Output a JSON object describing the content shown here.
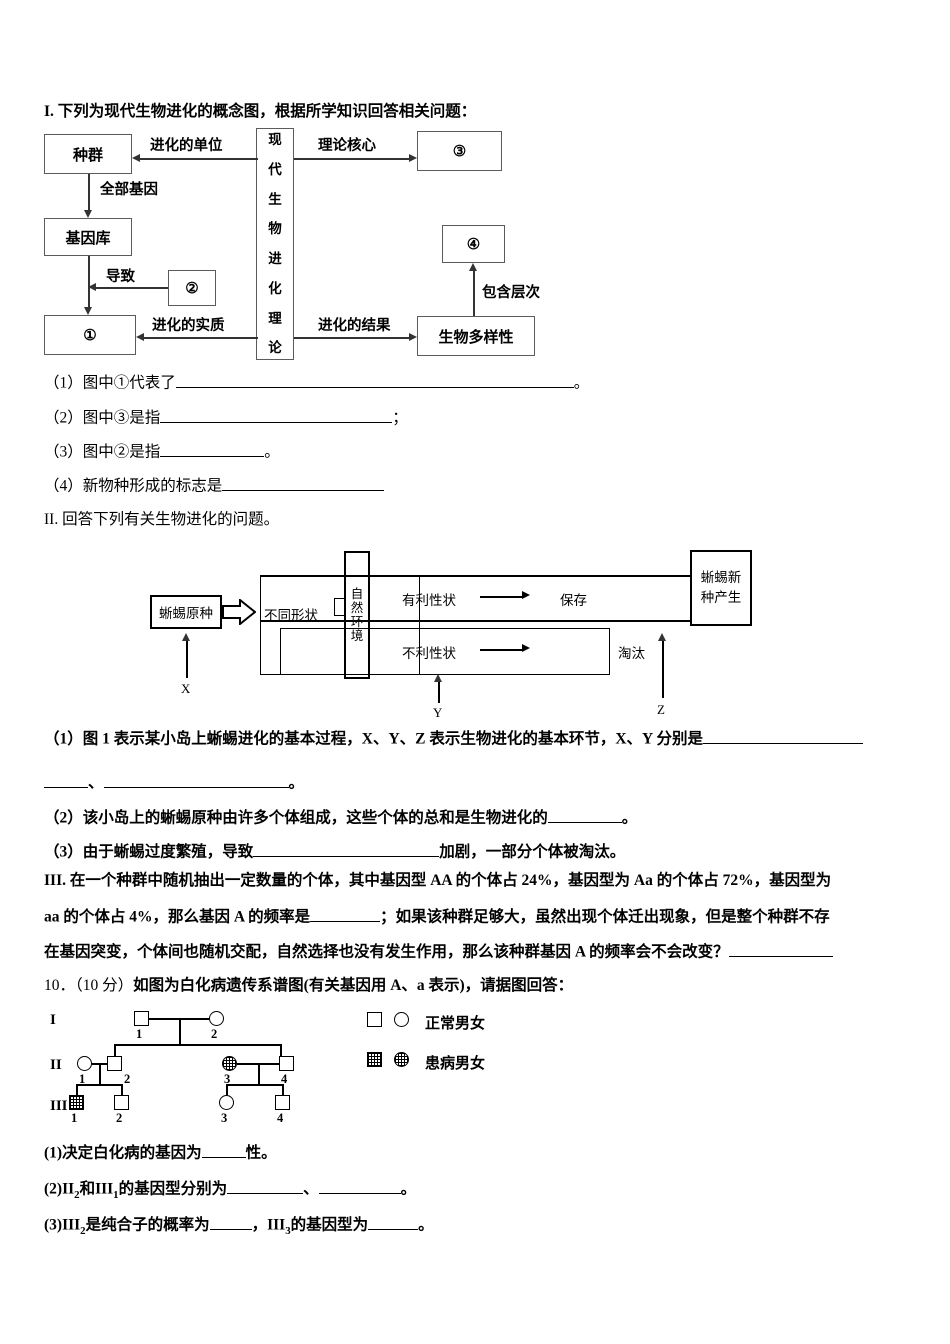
{
  "sections": {
    "I": {
      "heading": "I. 下列为现代生物进化的概念图，根据所学知识回答相关问题：",
      "questions": [
        {
          "prefix": "（1）图中①代表了",
          "suffix": "。"
        },
        {
          "prefix": "（2）图中③是指",
          "suffix": "；"
        },
        {
          "prefix": "（3）图中②是指",
          "suffix": "。"
        },
        {
          "prefix": "（4）新物种形成的标志是",
          "suffix": ""
        }
      ]
    },
    "II": {
      "heading": "II. 回答下列有关生物进化的问题。",
      "q1_line1": "（1）图 1 表示某小岛上蜥蜴进化的基本过程，X、Y、Z 表示生物进化的基本环节，X、Y 分别是",
      "q1_line2_sep": "、",
      "q1_line2_end": "。",
      "q2": "（2）该小岛上的蜥蜴原种由许多个体组成，这些个体的总和是生物进化的",
      "q2_end": "。",
      "q3_a": "（3）由于蜥蜴过度繁殖，导致",
      "q3_b": "加剧，一部分个体被淘汰。"
    },
    "III": {
      "line1": "III. 在一个种群中随机抽出一定数量的个体，其中基因型 AA 的个体占 24%，基因型为 Aa 的个体占 72%，基因型为",
      "line2_a": "aa 的个体占 4%，那么基因 A 的频率是",
      "line2_b": "；如果该种群足够大，虽然出现个体迁出现象，但是整个种群不存",
      "line3": "在基因突变，个体间也随机交配，自然选择也没有发生作用，那么该种群基因 A 的频率会不会改变？"
    },
    "q10": {
      "number": "10．",
      "score": "（10 分）",
      "text": "如图为白化病遗传系谱图(有关基因用 A、a 表示)，请据图回答：",
      "sub": [
        {
          "a": "(1)决定白化病的基因为",
          "b": "性。"
        },
        {
          "a": "(2)II",
          "sub_a": "2",
          "b": "和III",
          "sub_b": "1",
          "c": "的基因型分别为",
          "d": "、",
          "e": "。"
        },
        {
          "a": "(3)III",
          "sub_a": "2",
          "b": "是纯合子的概率为",
          "c": "，III",
          "sub_c": "3",
          "d": "的基因型为",
          "e": "。"
        }
      ]
    }
  },
  "concept_map": {
    "boxes": [
      {
        "id": "zhongqun",
        "label": "种群"
      },
      {
        "id": "jiyinku",
        "label": "基因库"
      },
      {
        "id": "blank2",
        "label": "②"
      },
      {
        "id": "blank1",
        "label": "①"
      },
      {
        "id": "blank3",
        "label": "③"
      },
      {
        "id": "blank4",
        "label": "④"
      },
      {
        "id": "diversity",
        "label": "生物多样性"
      }
    ],
    "center_box_chars": [
      "现",
      "代",
      "生",
      "物",
      "进",
      "化",
      "理",
      "论"
    ],
    "center_box_text": "现代生物进化理论",
    "edge_labels": [
      {
        "id": "unit",
        "label": "进化的单位"
      },
      {
        "id": "core",
        "label": "理论核心"
      },
      {
        "id": "allgenes",
        "label": "全部基因"
      },
      {
        "id": "cause",
        "label": "导致"
      },
      {
        "id": "essence",
        "label": "进化的实质"
      },
      {
        "id": "result",
        "label": "进化的结果"
      },
      {
        "id": "levels",
        "label": "包含层次"
      }
    ]
  },
  "lizard_diagram": {
    "origin_box": "蜥蜴原种",
    "different_forms": "不同形状",
    "environment_chars": [
      "自",
      "然",
      "环",
      "境"
    ],
    "environment_text": "自然环境",
    "favorable": "有利性状",
    "preserved": "保存",
    "unfavorable": "不利性状",
    "eliminated": "淘汰",
    "new_species_line1": "蜥蜴新",
    "new_species_line2": "种产生",
    "markers": [
      "X",
      "Y",
      "Z"
    ]
  },
  "pedigree": {
    "generations": [
      "I",
      "II",
      "III"
    ],
    "individuals": [
      {
        "gen": "I",
        "num": "1",
        "shape": "square",
        "affected": false
      },
      {
        "gen": "I",
        "num": "2",
        "shape": "circle",
        "affected": false
      },
      {
        "gen": "II",
        "num": "1",
        "shape": "circle",
        "affected": false
      },
      {
        "gen": "II",
        "num": "2",
        "shape": "square",
        "affected": false
      },
      {
        "gen": "II",
        "num": "3",
        "shape": "circle",
        "affected": true
      },
      {
        "gen": "II",
        "num": "4",
        "shape": "square",
        "affected": false
      },
      {
        "gen": "III",
        "num": "1",
        "shape": "square",
        "affected": true
      },
      {
        "gen": "III",
        "num": "2",
        "shape": "square",
        "affected": false
      },
      {
        "gen": "III",
        "num": "3",
        "shape": "circle",
        "affected": false
      },
      {
        "gen": "III",
        "num": "4",
        "shape": "square",
        "affected": false
      }
    ],
    "legend": [
      {
        "id": "normal",
        "label": "正常男女"
      },
      {
        "id": "affected",
        "label": "患病男女"
      }
    ]
  },
  "colors": {
    "ink": "#000000",
    "diagram_stroke": "#5b5b5b",
    "page_bg": "#ffffff"
  }
}
